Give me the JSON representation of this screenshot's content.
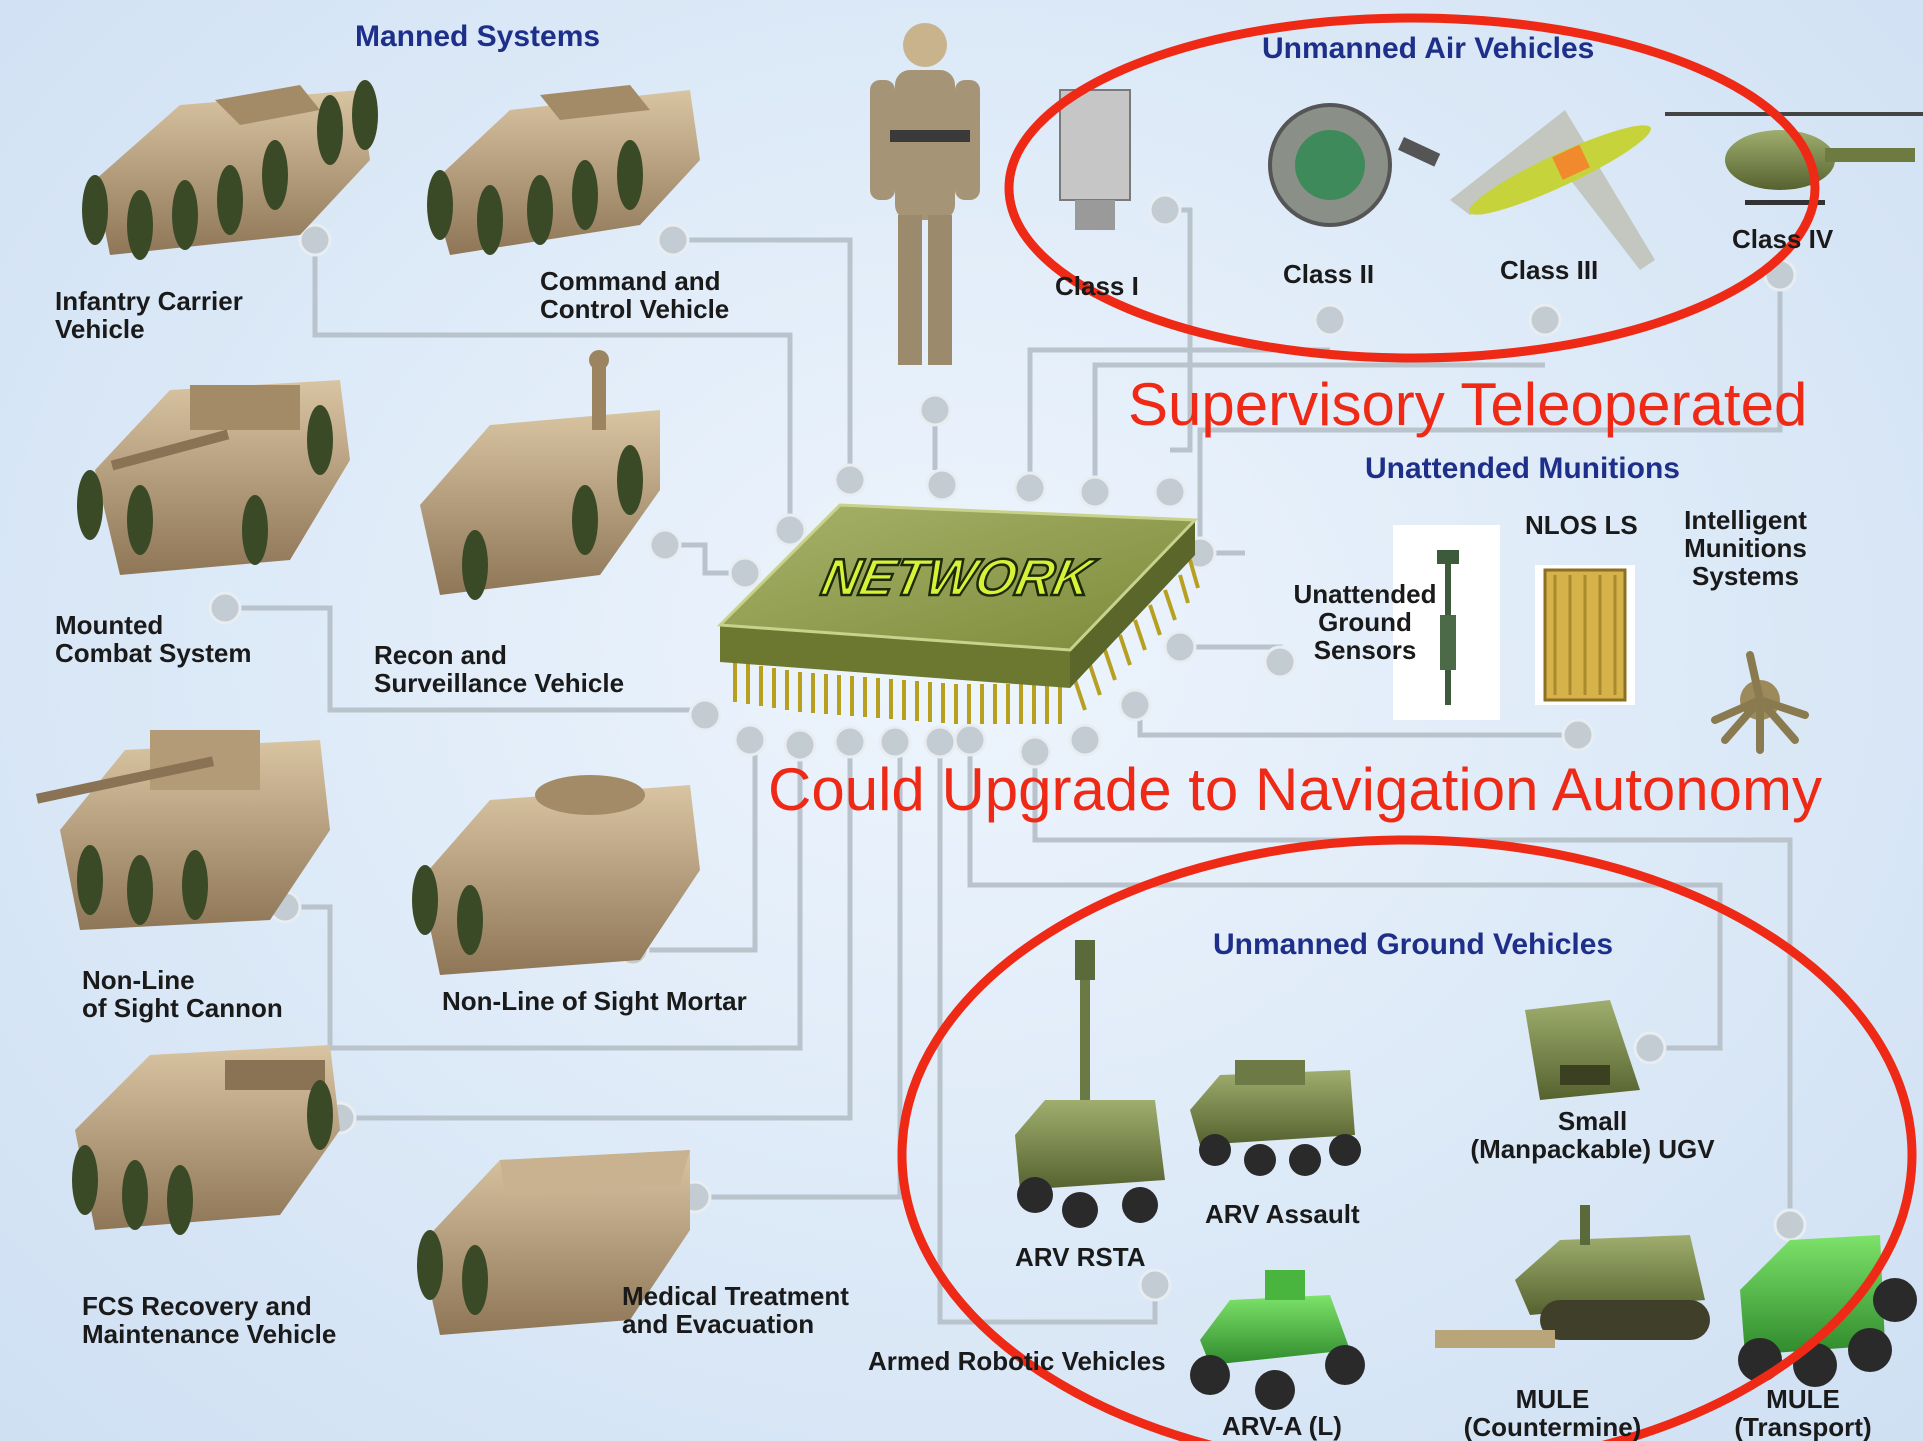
{
  "network": {
    "chip_label": "NETWORK"
  },
  "manned": {
    "header": "Manned Systems",
    "infantry_carrier": "Infantry Carrier\nVehicle",
    "command_control": "Command and\nControl Vehicle",
    "mounted_combat": "Mounted\nCombat System",
    "recon": "Recon and\nSurveillance Vehicle",
    "nlos_cannon": "Non-Line\nof Sight Cannon",
    "nlos_mortar": "Non-Line of Sight Mortar",
    "recovery": "FCS Recovery and\nMaintenance Vehicle",
    "medical": "Medical Treatment\nand Evacuation"
  },
  "uav": {
    "header": "Unmanned Air Vehicles",
    "class1": "Class I",
    "class2": "Class II",
    "class3": "Class III",
    "class4": "Class IV"
  },
  "munitions": {
    "header": "Unattended Munitions",
    "nlos_ls": "NLOS LS",
    "intelligent": "Intelligent\nMunitions\nSystems",
    "ground_sensors": "Unattended\nGround\nSensors"
  },
  "ugv": {
    "header": "Unmanned Ground Vehicles",
    "small": "Small\n(Manpackable) UGV",
    "arv_assault": "ARV Assault",
    "arv_rsta": "ARV RSTA",
    "arv_a": "ARV-A (L)",
    "mule_counter": "MULE\n(Countermine)",
    "mule_transport": "MULE\n(Transport)",
    "armed_robotic": "Armed Robotic Vehicles"
  },
  "annotations": {
    "supervisory": "Supervisory Teleoperated",
    "upgrade": "Could Upgrade to Navigation Autonomy"
  },
  "colors": {
    "annotation_red": "#ee2a16",
    "header_blue": "#1e2f8a",
    "network_line": "#b9c3cc",
    "vehicle_tan": "#b79f7f",
    "ugv_green": "#7d8f55",
    "chip_green": "#8e9c4c"
  }
}
